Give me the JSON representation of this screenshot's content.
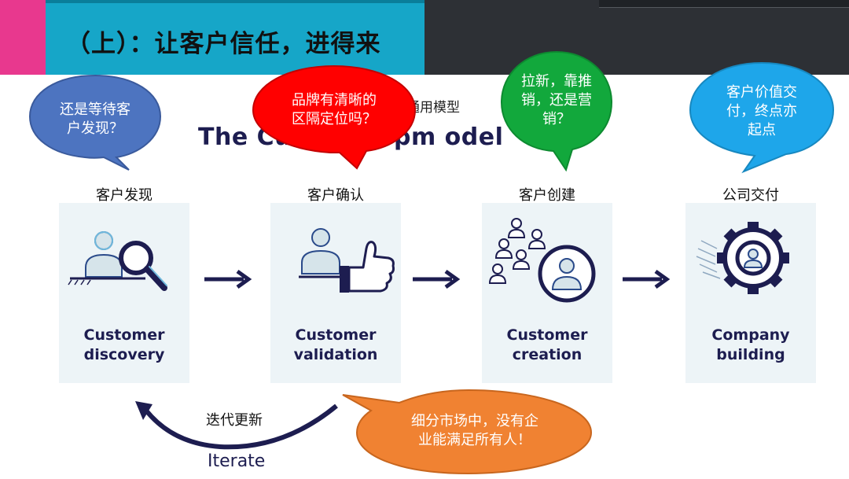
{
  "header": {
    "title": "（上）：让客户信任，进得来"
  },
  "slide": {
    "subtitle_visible": "发通用模型",
    "model_title_visible": "The Cu        Developm     odel"
  },
  "stages": [
    {
      "cn_label": "客户发现",
      "en_label": "Customer\ndiscovery",
      "icon": "person-magnifier-icon"
    },
    {
      "cn_label": "客户确认",
      "en_label": "Customer\nvalidation",
      "icon": "person-thumbs-up-icon"
    },
    {
      "cn_label": "客户创建",
      "en_label": "Customer\ncreation",
      "icon": "people-network-icon"
    },
    {
      "cn_label": "公司交付",
      "en_label": "Company\nbuilding",
      "icon": "gear-person-icon"
    }
  ],
  "iterate": {
    "cn_label": "迭代更新",
    "en_label": "Iterate"
  },
  "bubbles": [
    {
      "text": "还是等待客\n户发现？",
      "color": "#4d74c0"
    },
    {
      "text": "品牌有清晰的\n区隔定位吗？",
      "color": "#ff0000"
    },
    {
      "text": "拉新，靠推\n销，还是营\n销？",
      "color": "#12a83c"
    },
    {
      "text": "客户价值交\n付，终点亦\n起点",
      "color": "#1ea6ea"
    },
    {
      "text": "细分市场中，没有企\n业能满足所有人！",
      "color": "#f08232"
    }
  ],
  "colors": {
    "pink": "#e8388e",
    "cyan": "#16a6c8",
    "dark": "#2d3035",
    "navy": "#1d1d50",
    "card_bg": "#edf4f7"
  }
}
